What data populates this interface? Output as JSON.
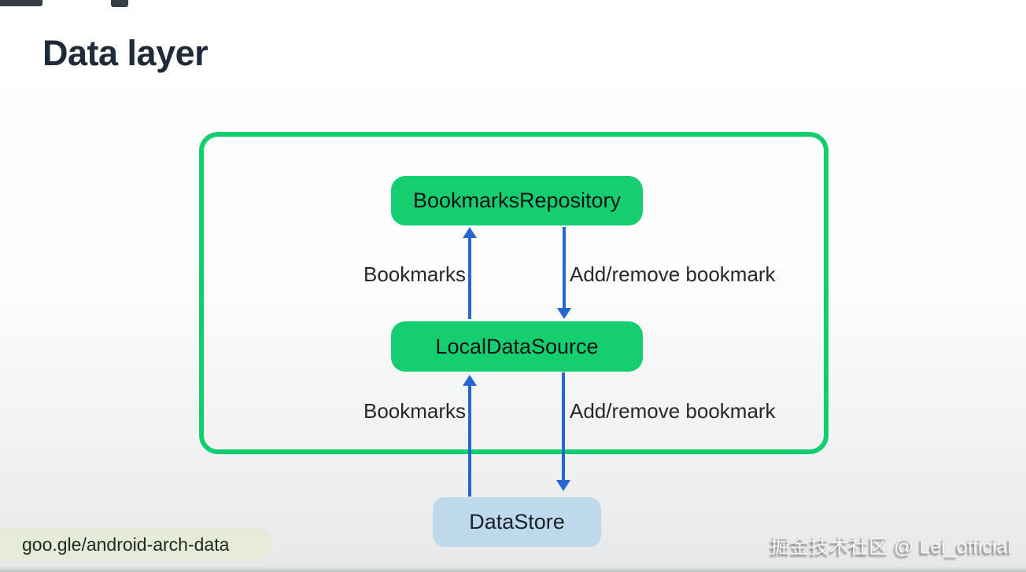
{
  "title": "Data layer",
  "diagram": {
    "nodes": {
      "repository": {
        "label": "BookmarksRepository"
      },
      "local_data_source": {
        "label": "LocalDataSource"
      },
      "data_store": {
        "label": "DataStore"
      }
    },
    "edge_labels": {
      "upper_read": "Bookmarks",
      "upper_write": "Add/remove bookmark",
      "lower_read": "Bookmarks",
      "lower_write": "Add/remove bookmark"
    },
    "colors": {
      "node_green": "#14ce6f",
      "container_border_green": "#12ce6f",
      "datastore_blue": "#bdd9ea",
      "arrow_blue": "#2566d2",
      "title_text": "#202b3a"
    }
  },
  "footer": {
    "link_text": "goo.gle/android-arch-data",
    "watermark_text": "掘金技术社区 @ Lei_official"
  }
}
